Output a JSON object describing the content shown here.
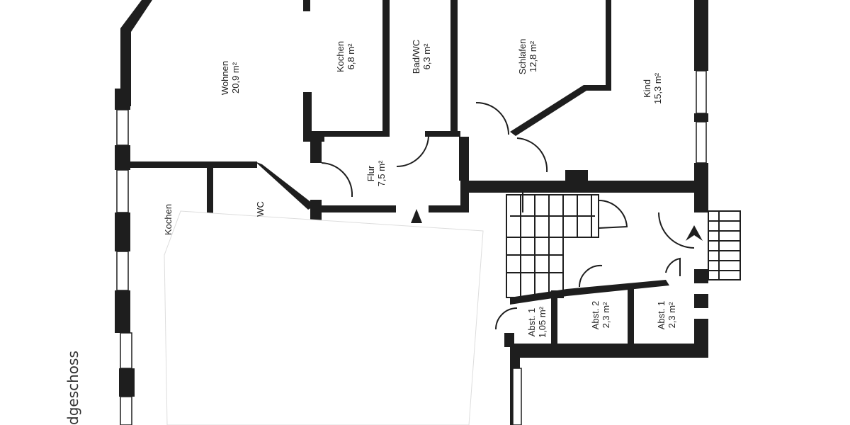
{
  "plan": {
    "title": "dgeschoss",
    "rooms": [
      {
        "name": "Wohnen",
        "area": "20,9 m²"
      },
      {
        "name": "Kochen",
        "area": "6,8 m²"
      },
      {
        "name": "Bad/WC",
        "area": "6,3 m²"
      },
      {
        "name": "Schlafen",
        "area": "12,8 m²"
      },
      {
        "name": "Kind",
        "area": "15,3 m²"
      },
      {
        "name": "Flur",
        "area": "7,5 m²"
      },
      {
        "name": "Kochen",
        "area": ""
      },
      {
        "name": "WC",
        "area": ""
      },
      {
        "name": "Abst. 1",
        "area": "1,05 m²"
      },
      {
        "name": "Abst. 2",
        "area": "2,3 m²"
      },
      {
        "name": "Abst. 1",
        "area": "2,3 m²"
      }
    ],
    "colors": {
      "wall": "#1e1e1e",
      "paper": "#ffffff"
    }
  }
}
